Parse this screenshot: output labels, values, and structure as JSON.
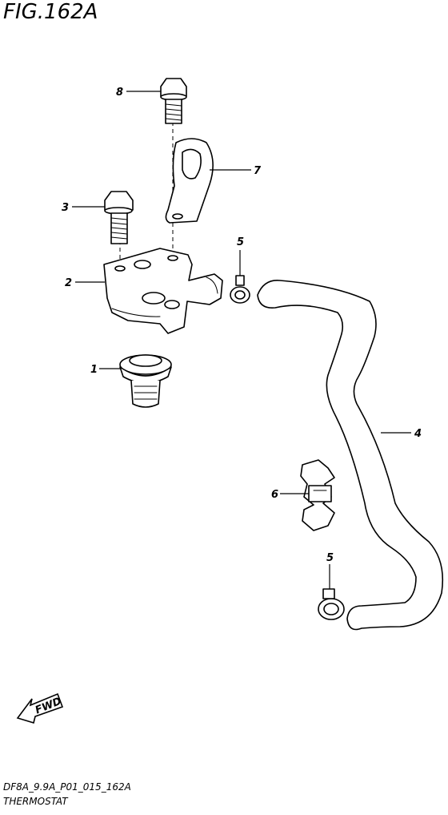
{
  "figure": {
    "title": "FIG.162A"
  },
  "footer": {
    "code": "DF8A_9.9A_P01_015_162A",
    "name": "THERMOSTAT"
  },
  "fwd_label": "FWD",
  "callouts": {
    "part1": "1",
    "part2": "2",
    "part3": "3",
    "part4": "4",
    "part5_upper": "5",
    "part5_lower": "5",
    "part6": "6",
    "part7": "7",
    "part8": "8"
  }
}
